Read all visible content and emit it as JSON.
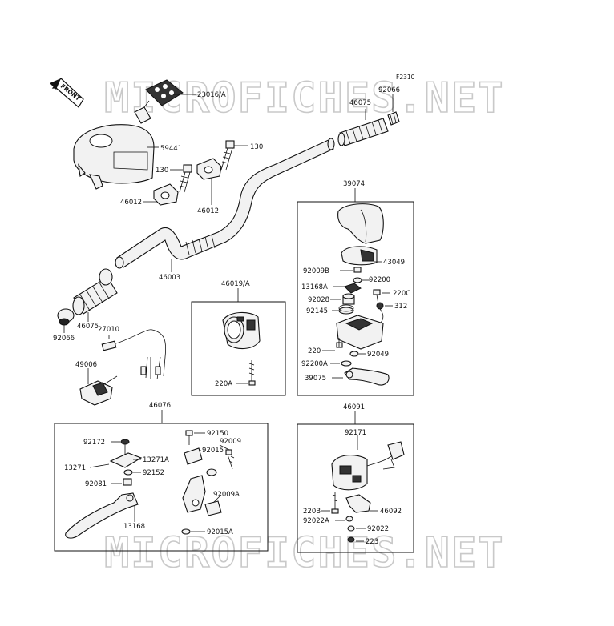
{
  "figure_code": "F2310",
  "front_label": "FRONT",
  "watermark": "MICROFICHES.NET",
  "labels": {
    "p23016": "23016/A",
    "p59441": "59441",
    "p130a": "130",
    "p130b": "130",
    "p46012a": "46012",
    "p46012b": "46012",
    "p46003": "46003",
    "p46075a": "46075",
    "p92066a": "92066",
    "p27010": "27010",
    "p49006": "49006",
    "p46075b": "46075",
    "p92066b": "92066",
    "p39074": "39074",
    "p43049": "43049",
    "p92009b": "92009B",
    "p92200": "92200",
    "p13168a": "13168A",
    "p220c": "220C",
    "p92028": "92028",
    "p312": "312",
    "p92145": "92145",
    "p220": "220",
    "p92049": "92049",
    "p92200a": "92200A",
    "p39075": "39075",
    "p46019": "46019/A",
    "p220a": "220A",
    "p46076": "46076",
    "p92150": "92150",
    "p92009": "92009",
    "p92172": "92172",
    "p13271a": "13271A",
    "p92015": "92015",
    "p13271": "13271",
    "p92152": "92152",
    "p92081": "92081",
    "p92009a": "92009A",
    "p13168": "13168",
    "p92015a": "92015A",
    "p46091": "46091",
    "p92171": "92171",
    "p220b": "220B",
    "p46092": "46092",
    "p92022a": "92022A",
    "p92022": "92022",
    "p223": "223"
  }
}
